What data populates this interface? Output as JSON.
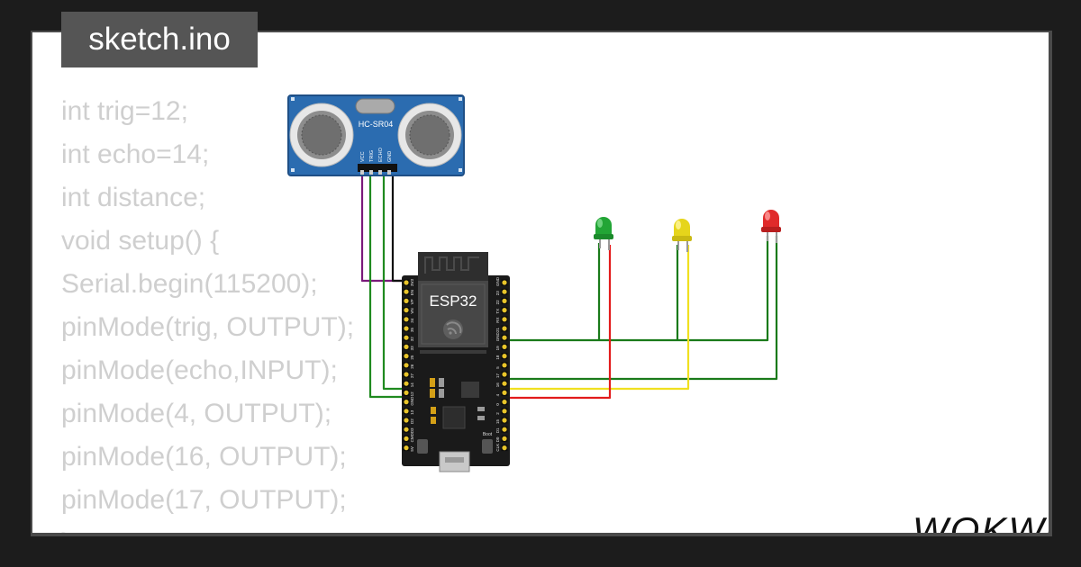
{
  "file_tab": {
    "label": "sketch.ino"
  },
  "code_lines": [
    "int trig=12;",
    "int echo=14;",
    "int distance;",
    "void setup() {",
    "Serial.begin(115200);",
    "pinMode(trig, OUTPUT);",
    "pinMode(echo,INPUT);",
    "pinMode(4, OUTPUT);",
    "pinMode(16, OUTPUT);",
    "pinMode(17, OUTPUT);",
    "}"
  ],
  "sensor": {
    "model_label": "HC-SR04",
    "pin_labels": [
      "VCC",
      "TRIG",
      "ECHO",
      "GND"
    ],
    "board_color": "#2b6cb0"
  },
  "board": {
    "label": "ESP32",
    "boot_label": "Boot",
    "left_pin_labels": [
      "3V3",
      "EN",
      "VP",
      "VN",
      "34",
      "35",
      "32",
      "33",
      "25",
      "26",
      "27",
      "14",
      "12",
      "GND",
      "13",
      "D2",
      "D3",
      "CMD",
      "5V"
    ],
    "right_pin_labels": [
      "GND",
      "23",
      "22",
      "TX",
      "RX",
      "21",
      "GND",
      "19",
      "18",
      "5",
      "17",
      "16",
      "4",
      "0",
      "2",
      "15",
      "D1",
      "D0",
      "CLK"
    ]
  },
  "leds": [
    {
      "color_name": "green",
      "color": "#22a535"
    },
    {
      "color_name": "yellow",
      "color": "#e6d51b"
    },
    {
      "color_name": "red",
      "color": "#e02a2a"
    }
  ],
  "wire_colors": {
    "vcc": "#7a1a7a",
    "trig": "#1f8a1f",
    "echo": "#1f8a1f",
    "gnd": "#111111",
    "ground_bus": "#1a7a1a",
    "yellow_signal": "#f0e020",
    "red_signal": "#e21b1b"
  },
  "brand": {
    "label": "WOKWi"
  }
}
